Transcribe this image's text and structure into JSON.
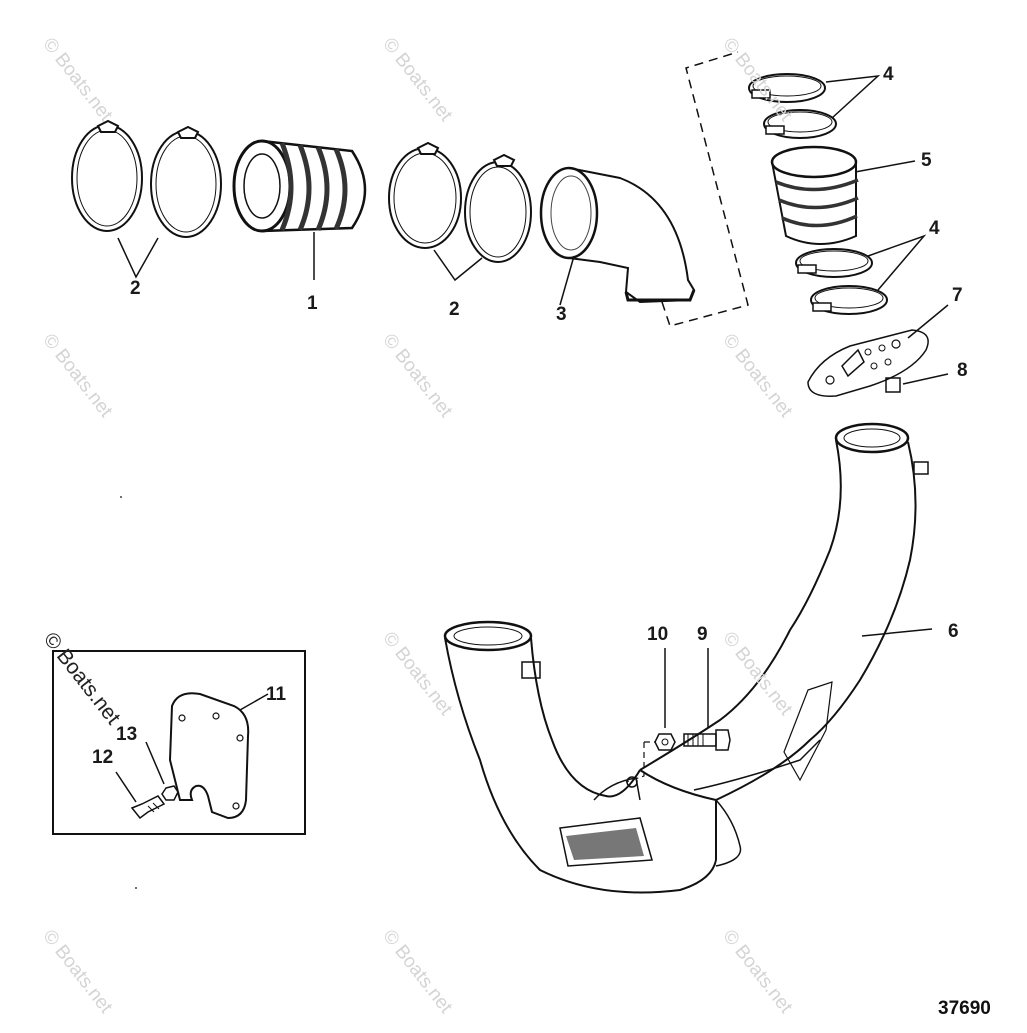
{
  "watermark": "© Boats.net",
  "diagram_number": "37690",
  "callouts": {
    "c1": "1",
    "c2a": "2",
    "c2b": "2",
    "c3": "3",
    "c4a": "4",
    "c4b": "4",
    "c5": "5",
    "c6": "6",
    "c7": "7",
    "c8": "8",
    "c9": "9",
    "c10": "10",
    "c11": "11",
    "c12": "12",
    "c13": "13"
  }
}
